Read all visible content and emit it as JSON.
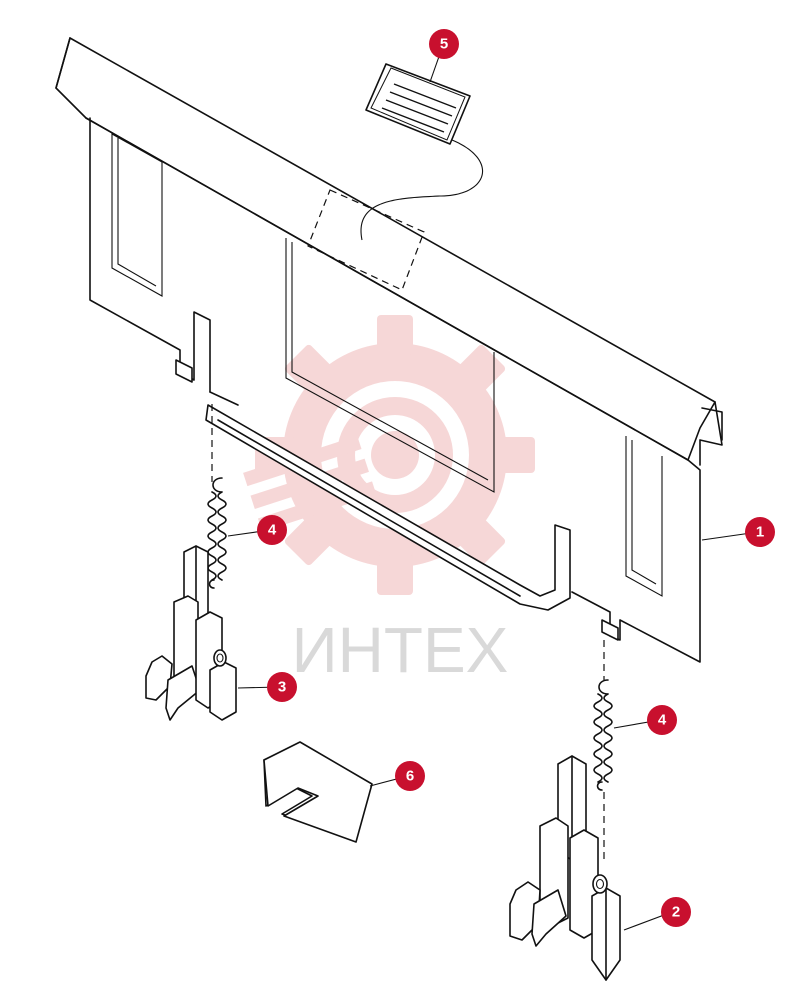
{
  "watermark": {
    "text": "ИНТЕХ",
    "logo_icon": "gear-logo-icon",
    "logo_color": "#f3c6c6"
  },
  "callout_color": "#c8102e",
  "callouts": [
    {
      "id": "callout-1",
      "label": "1"
    },
    {
      "id": "callout-2",
      "label": "2"
    },
    {
      "id": "callout-3",
      "label": "3"
    },
    {
      "id": "callout-4a",
      "label": "4"
    },
    {
      "id": "callout-4b",
      "label": "4"
    },
    {
      "id": "callout-5",
      "label": "5"
    },
    {
      "id": "callout-6",
      "label": "6"
    }
  ]
}
